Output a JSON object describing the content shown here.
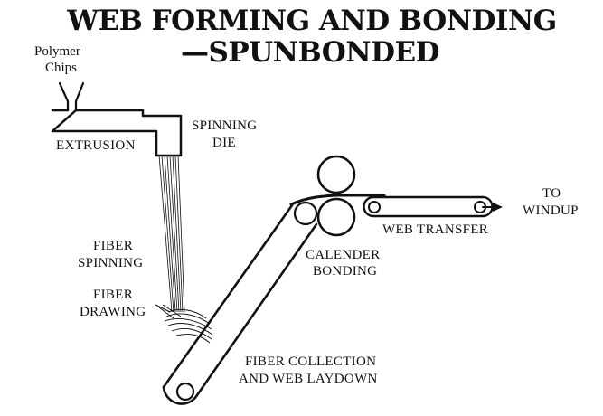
{
  "title": {
    "line1": "WEB FORMING AND BONDING",
    "line2": "—SPUNBONDED"
  },
  "labels": {
    "polymer_chips_1": "Polymer",
    "polymer_chips_2": "Chips",
    "extrusion": "EXTRUSION",
    "spinning_die_1": "SPINNING",
    "spinning_die_2": "DIE",
    "to_windup_1": "TO",
    "to_windup_2": "WINDUP",
    "web_transfer": "WEB TRANSFER",
    "fiber_spinning_1": "FIBER",
    "fiber_spinning_2": "SPINNING",
    "calender_bonding_1": "CALENDER",
    "calender_bonding_2": "BONDING",
    "fiber_drawing_1": "FIBER",
    "fiber_drawing_2": "DRAWING",
    "fiber_collection_1": "FIBER COLLECTION",
    "fiber_collection_2": "AND WEB LAYDOWN"
  },
  "colors": {
    "ink": "#111111",
    "background": "#ffffff"
  }
}
